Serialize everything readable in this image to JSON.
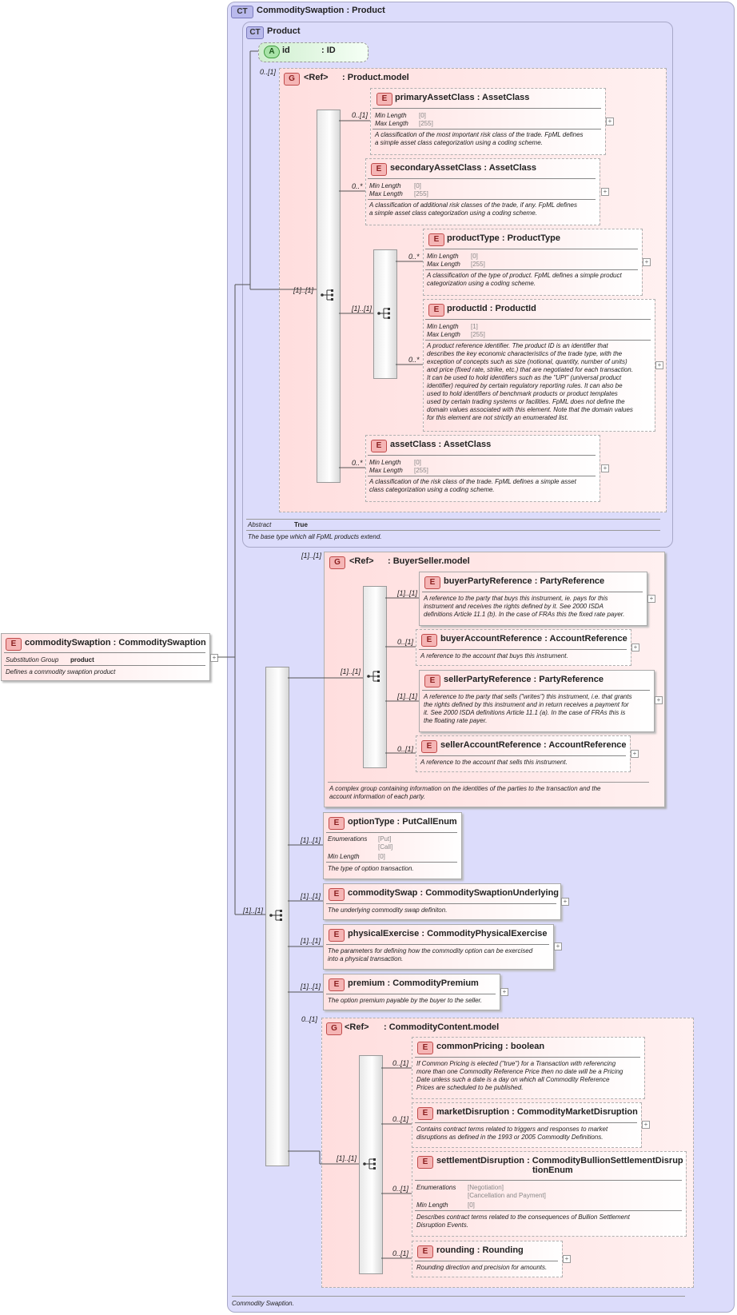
{
  "root": {
    "badge": "E",
    "name": "commoditySwaption",
    "type": "CommoditySwaption",
    "substitution_label": "Substitution Group",
    "substitution_value": "product",
    "doc": "Defines a commodity swaption product"
  },
  "complex_type": {
    "badge": "CT",
    "name": "CommoditySwaption",
    "base": "Product",
    "doc": "Commodity Swaption."
  },
  "product": {
    "badge": "CT",
    "name": "Product",
    "abstract_label": "Abstract",
    "abstract_value": "True",
    "doc": "The base type which all FpML products extend.",
    "attr": {
      "badge": "A",
      "name": "id",
      "type": "ID"
    },
    "attr_card": "0..[1]",
    "group": {
      "badge": "G",
      "ref": "<Ref>",
      "name": "Product.model",
      "seq_card": "[1]..[1]",
      "elements": [
        {
          "name": "primaryAssetClass",
          "type": "AssetClass",
          "card": "0..[1]",
          "min_label": "Min Length",
          "min": "[0]",
          "max_label": "Max Length",
          "max": "[255]",
          "doc": [
            "A classification of the most important risk class of the trade. FpML defines",
            "a simple asset class categorization using a coding scheme."
          ]
        },
        {
          "name": "secondaryAssetClass",
          "type": "AssetClass",
          "card": "0..*",
          "min_label": "Min Length",
          "min": "[0]",
          "max_label": "Max Length",
          "max": "[255]",
          "doc": [
            "A classification of additional risk classes of the trade, if any. FpML defines",
            "a simple asset class categorization using a coding scheme."
          ]
        },
        {
          "name": "productType",
          "type": "ProductType",
          "card": "0..*",
          "min_label": "Min Length",
          "min": "[0]",
          "max_label": "Max Length",
          "max": "[255]",
          "doc": [
            "A classification of the type of product. FpML defines a simple product",
            "categorization using a coding scheme."
          ]
        },
        {
          "name": "productId",
          "type": "ProductId",
          "card": "0..*",
          "min_label": "Min Length",
          "min": "[1]",
          "max_label": "Max Length",
          "max": "[255]",
          "doc": [
            "A product reference identifier. The product ID is an identifier that",
            "describes the key economic characteristics of the trade type, with the",
            "exception of concepts such as size (notional, quantity, number of units)",
            "and price (fixed rate, strike, etc.) that are negotiated for each transaction.",
            "It can be used to hold identifiers such as the \"UPI\" (universal product",
            "identifier) required by certain regulatory reporting rules. It can also be",
            "used to hold identifiers of benchmark products or product templates",
            "used by certain trading systems or facilities. FpML does not define the",
            "domain values associated with this element. Note that the domain values",
            "for this element are not strictly an enumerated list."
          ]
        },
        {
          "name": "assetClass",
          "type": "AssetClass",
          "card": "0..*",
          "min_label": "Min Length",
          "min": "[0]",
          "max_label": "Max Length",
          "max": "[255]",
          "doc": [
            "A classification of the risk class of the trade. FpML defines a simple asset",
            "class categorization using a coding scheme."
          ]
        }
      ],
      "inner_choice_card": "[1]..[1]"
    }
  },
  "buyer_seller": {
    "badge": "G",
    "ref": "<Ref>",
    "name": "BuyerSeller.model",
    "card": "[1]..[1]",
    "seq_card": "[1]..[1]",
    "doc": [
      "A complex group containing information on the identities of the parties to the transaction and the",
      "account information of each party."
    ],
    "elements": [
      {
        "name": "buyerPartyReference",
        "type": "PartyReference",
        "card": "[1]..[1]",
        "doc": [
          "A reference to the party that buys this instrument, ie. pays for this",
          "instrument and receives the rights defined by it. See 2000 ISDA",
          "definitions Article 11.1 (b). In the case of FRAs this the fixed rate payer."
        ]
      },
      {
        "name": "buyerAccountReference",
        "type": "AccountReference",
        "card": "0..[1]",
        "doc": [
          "A reference to the account that buys this instrument."
        ]
      },
      {
        "name": "sellerPartyReference",
        "type": "PartyReference",
        "card": "[1]..[1]",
        "doc": [
          "A reference to the party that sells (\"writes\") this instrument, i.e. that grants",
          "the rights defined by this instrument and in return receives a payment for",
          "it. See 2000 ISDA definitions Article 11.1 (a). In the case of FRAs this is",
          "the floating rate payer."
        ]
      },
      {
        "name": "sellerAccountReference",
        "type": "AccountReference",
        "card": "0..[1]",
        "doc": [
          "A reference to the account that sells this instrument."
        ]
      }
    ]
  },
  "main_seq_card": "[1]..[1]",
  "option_type": {
    "name": "optionType",
    "type": "PutCallEnum",
    "card": "[1]..[1]",
    "enum_label": "Enumerations",
    "enums": [
      "[Put]",
      "[Call]"
    ],
    "min_label": "Min Length",
    "min": "[0]",
    "doc": "The type of option transaction."
  },
  "commodity_swap": {
    "name": "commoditySwap",
    "type": "CommoditySwaptionUnderlying",
    "card": "[1]..[1]",
    "doc": "The underlying commodity swap definiton."
  },
  "physical_exercise": {
    "name": "physicalExercise",
    "type": "CommodityPhysicalExercise",
    "card": "[1]..[1]",
    "doc": [
      "The parameters for defining how the commodity option can be exercised",
      "into a physical transaction."
    ]
  },
  "premium": {
    "name": "premium",
    "type": "CommodityPremium",
    "card": "[1]..[1]",
    "doc": "The option premium payable by the buyer to the seller."
  },
  "commodity_content": {
    "badge": "G",
    "ref": "<Ref>",
    "name": "CommodityContent.model",
    "card": "0..[1]",
    "seq_card": "[1]..[1]",
    "elements": [
      {
        "name": "commonPricing",
        "type": "boolean",
        "card": "0..[1]",
        "doc": [
          "If Common Pricing is elected (\"true\") for a Transaction with referencing",
          "more than one Commodity Reference Price then no date will be a Pricing",
          "Date unless such a date is a day on which all Commodity Reference",
          "Prices are scheduled to be published."
        ]
      },
      {
        "name": "marketDisruption",
        "type": "CommodityMarketDisruption",
        "card": "0..[1]",
        "doc": [
          "Contains contract terms related to triggers and responses to market",
          "disruptions as defined in the 1993 or 2005 Commodity Definitions."
        ]
      },
      {
        "name": "settlementDisruption",
        "type_line1": "CommodityBullionSettlementDisrup",
        "type_line2": "tionEnum",
        "card": "0..[1]",
        "enum_label": "Enumerations",
        "enums": [
          "[Negotiation]",
          "[Cancellation and Payment]"
        ],
        "min_label": "Min Length",
        "min": "[0]",
        "doc": [
          "Describes contract terms related to the consequences of Bullion Settlement",
          "Disruption Events."
        ]
      },
      {
        "name": "rounding",
        "type": "Rounding",
        "card": "0..[1]",
        "doc": [
          "Rounding direction and precision for amounts."
        ]
      }
    ]
  }
}
